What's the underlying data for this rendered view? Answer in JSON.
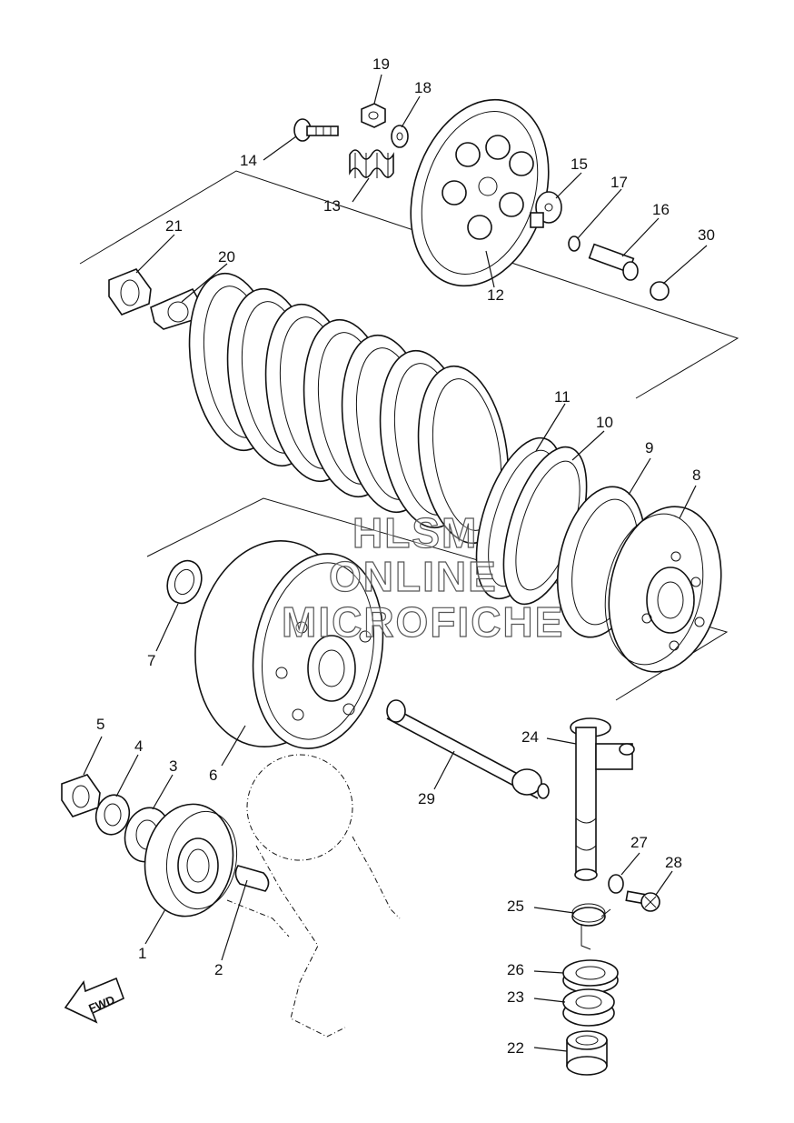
{
  "watermark": [
    "HLSM",
    "ONLINE",
    "MICROFICHE"
  ],
  "direction_label": "FWD",
  "callouts": [
    {
      "id": "c1",
      "text": "1"
    },
    {
      "id": "c2",
      "text": "2"
    },
    {
      "id": "c3",
      "text": "3"
    },
    {
      "id": "c4",
      "text": "4"
    },
    {
      "id": "c5",
      "text": "5"
    },
    {
      "id": "c6",
      "text": "6"
    },
    {
      "id": "c7",
      "text": "7"
    },
    {
      "id": "c8",
      "text": "8"
    },
    {
      "id": "c9",
      "text": "9"
    },
    {
      "id": "c10",
      "text": "10"
    },
    {
      "id": "c11",
      "text": "11"
    },
    {
      "id": "c12",
      "text": "12"
    },
    {
      "id": "c13",
      "text": "13"
    },
    {
      "id": "c14",
      "text": "14"
    },
    {
      "id": "c15",
      "text": "15"
    },
    {
      "id": "c16",
      "text": "16"
    },
    {
      "id": "c17",
      "text": "17"
    },
    {
      "id": "c18",
      "text": "18"
    },
    {
      "id": "c19",
      "text": "19"
    },
    {
      "id": "c20",
      "text": "20"
    },
    {
      "id": "c21",
      "text": "21"
    },
    {
      "id": "c22",
      "text": "22"
    },
    {
      "id": "c23",
      "text": "23"
    },
    {
      "id": "c24",
      "text": "24"
    },
    {
      "id": "c25",
      "text": "25"
    },
    {
      "id": "c26",
      "text": "26"
    },
    {
      "id": "c27",
      "text": "27"
    },
    {
      "id": "c28",
      "text": "28"
    },
    {
      "id": "c29",
      "text": "29"
    },
    {
      "id": "c30",
      "text": "30"
    }
  ]
}
